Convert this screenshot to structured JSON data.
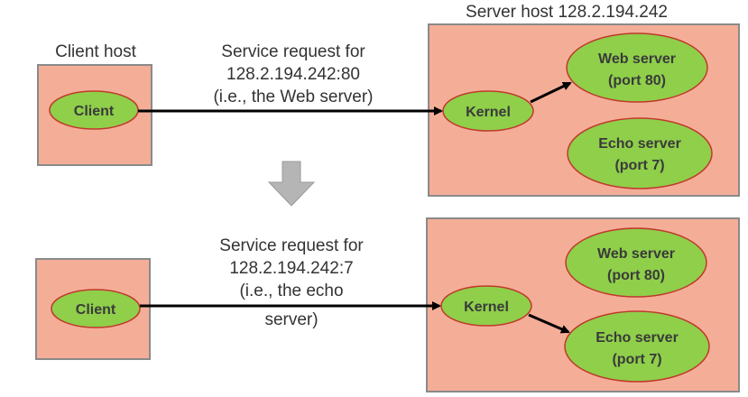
{
  "colors": {
    "host_fill": "#f4ae98",
    "host_stroke": "#8a8a8a",
    "node_fill": "#8fcf4a",
    "node_stroke": "#c0392b",
    "arrow": "#000000",
    "transition_arrow": "#b5b5b5"
  },
  "labels": {
    "client_host": "Client host",
    "server_host": "Server host 128.2.194.242"
  },
  "top": {
    "request_lines": [
      "Service request for",
      "128.2.194.242:80",
      "(i.e., the Web server)"
    ],
    "client": "Client",
    "kernel": "Kernel",
    "web_server": [
      "Web server",
      "(port 80)"
    ],
    "echo_server": [
      "Echo server",
      "(port 7)"
    ]
  },
  "bottom": {
    "request_lines": [
      "Service request for",
      "128.2.194.242:7",
      "(i.e., the echo",
      "server)"
    ],
    "client": "Client",
    "kernel": "Kernel",
    "web_server": [
      "Web server",
      "(port 80)"
    ],
    "echo_server": [
      "Echo server",
      "(port 7)"
    ]
  }
}
